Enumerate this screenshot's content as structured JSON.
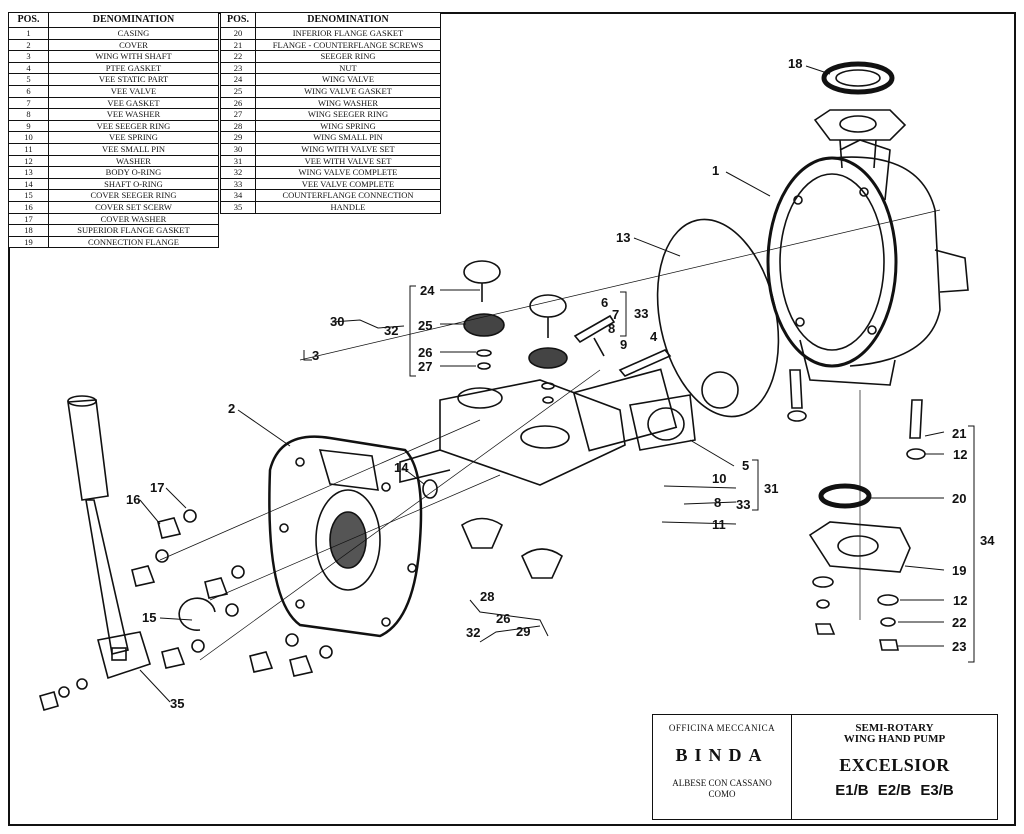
{
  "parts_table": {
    "header_pos": "POS.",
    "header_denomination": "DENOMINATION",
    "left": [
      {
        "pos": "1",
        "name": "CASING"
      },
      {
        "pos": "2",
        "name": "COVER"
      },
      {
        "pos": "3",
        "name": "WING WITH SHAFT"
      },
      {
        "pos": "4",
        "name": "PTFE GASKET"
      },
      {
        "pos": "5",
        "name": "VEE STATIC PART"
      },
      {
        "pos": "6",
        "name": "VEE VALVE"
      },
      {
        "pos": "7",
        "name": "VEE GASKET"
      },
      {
        "pos": "8",
        "name": "VEE WASHER"
      },
      {
        "pos": "9",
        "name": "VEE SEEGER RING"
      },
      {
        "pos": "10",
        "name": "VEE SPRING"
      },
      {
        "pos": "11",
        "name": "VEE SMALL PIN"
      },
      {
        "pos": "12",
        "name": "WASHER"
      },
      {
        "pos": "13",
        "name": "BODY O-RING"
      },
      {
        "pos": "14",
        "name": "SHAFT O-RING"
      },
      {
        "pos": "15",
        "name": "COVER SEEGER RING"
      },
      {
        "pos": "16",
        "name": "COVER SET SCERW"
      },
      {
        "pos": "17",
        "name": "COVER WASHER"
      },
      {
        "pos": "18",
        "name": "SUPERIOR FLANGE GASKET"
      },
      {
        "pos": "19",
        "name": "CONNECTION FLANGE"
      }
    ],
    "right": [
      {
        "pos": "20",
        "name": "INFERIOR FLANGE GASKET"
      },
      {
        "pos": "21",
        "name": "FLANGE - COUNTERFLANGE SCREWS"
      },
      {
        "pos": "22",
        "name": "SEEGER RING"
      },
      {
        "pos": "23",
        "name": "NUT"
      },
      {
        "pos": "24",
        "name": "WING VALVE"
      },
      {
        "pos": "25",
        "name": "WING VALVE GASKET"
      },
      {
        "pos": "26",
        "name": "WING WASHER"
      },
      {
        "pos": "27",
        "name": "WING SEEGER RING"
      },
      {
        "pos": "28",
        "name": "WING SPRING"
      },
      {
        "pos": "29",
        "name": "WING SMALL PIN"
      },
      {
        "pos": "30",
        "name": "WING WITH VALVE SET"
      },
      {
        "pos": "31",
        "name": "VEE WITH VALVE SET"
      },
      {
        "pos": "32",
        "name": "WING VALVE COMPLETE"
      },
      {
        "pos": "33",
        "name": "VEE VALVE COMPLETE"
      },
      {
        "pos": "34",
        "name": "COUNTERFLANGE CONNECTION"
      },
      {
        "pos": "35",
        "name": "HANDLE"
      }
    ]
  },
  "callouts": [
    "1",
    "2",
    "3",
    "4",
    "5",
    "6",
    "7",
    "8",
    "9",
    "10",
    "11",
    "12",
    "12",
    "13",
    "14",
    "15",
    "16",
    "17",
    "18",
    "19",
    "20",
    "21",
    "22",
    "23",
    "24",
    "25",
    "26",
    "26",
    "27",
    "28",
    "29",
    "30",
    "31",
    "32",
    "32",
    "33",
    "33",
    "34",
    "35"
  ],
  "title_block": {
    "company": "OFFICINA MECCANICA",
    "brand": "BINDA",
    "location_line1": "ALBESE CON CASSANO",
    "location_line2": "COMO",
    "product_line1": "SEMI-ROTARY",
    "product_line2": "WING HAND PUMP",
    "model": "EXCELSIOR",
    "variants": "E1/B  E2/B  E3/B"
  }
}
